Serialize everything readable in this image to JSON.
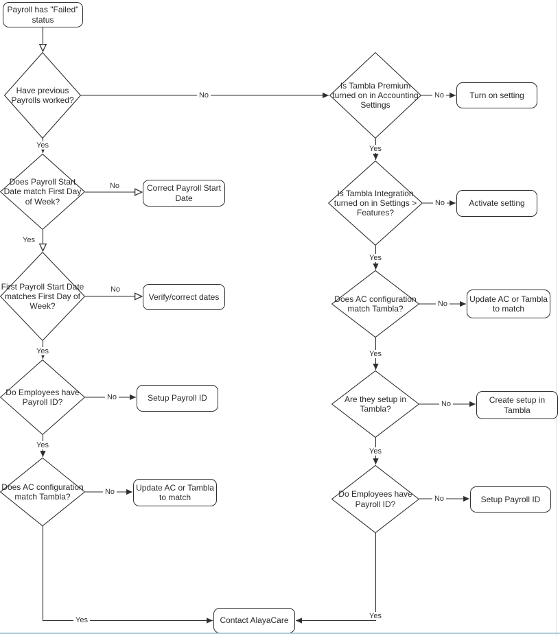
{
  "page": {
    "background_color": "#ffffff",
    "stroke_color": "#2e2e2e",
    "bottom_border_color": "#b0cdda",
    "right_edge_line_color": "#e2e2e2"
  },
  "nodes": {
    "start": {
      "label": "Payroll has \"Failed\" status",
      "type": "terminator"
    },
    "d1": {
      "label": "Have previous Payrolls worked?",
      "type": "decision"
    },
    "d2": {
      "label": "Does Payroll Start Date match First Day of Week?",
      "type": "decision"
    },
    "b1": {
      "label": "Correct Payroll Start Date",
      "type": "process"
    },
    "d3": {
      "label": "First Payroll Start Date matches First Day of Week?",
      "type": "decision"
    },
    "b2": {
      "label": "Verify/correct dates",
      "type": "process"
    },
    "d4": {
      "label": "Do Employees have Payroll ID?",
      "type": "decision"
    },
    "b3": {
      "label": "Setup Payroll ID",
      "type": "process"
    },
    "d5": {
      "label": "Does AC configuration match Tambla?",
      "type": "decision"
    },
    "b4": {
      "label": "Update AC or Tambla to match",
      "type": "process"
    },
    "contact": {
      "label": "Contact AlayaCare",
      "type": "process"
    },
    "r1": {
      "label": "Is Tambla Premium turned on in Accounting Settings",
      "type": "decision"
    },
    "rb1": {
      "label": "Turn on setting",
      "type": "process"
    },
    "r2": {
      "label": "Is Tambla Integration turned on in Settings > Features?",
      "type": "decision"
    },
    "rb2": {
      "label": "Activate setting",
      "type": "process"
    },
    "r3": {
      "label": "Does AC configuration match Tambla?",
      "type": "decision"
    },
    "rb3": {
      "label": "Update AC or Tambla to match",
      "type": "process"
    },
    "r4": {
      "label": "Are they setup in Tambla?",
      "type": "decision"
    },
    "rb4": {
      "label": "Create setup in Tambla",
      "type": "process"
    },
    "r5": {
      "label": "Do Employees have Payroll ID?",
      "type": "decision"
    },
    "rb5": {
      "label": "Setup Payroll ID",
      "type": "process"
    }
  },
  "edges": {
    "d1_r1": {
      "label": "No"
    },
    "d1_d2": {
      "label": "Yes"
    },
    "d2_b1": {
      "label": "No"
    },
    "d2_d3": {
      "label": "Yes"
    },
    "d3_b2": {
      "label": "No"
    },
    "d3_d4": {
      "label": "Yes"
    },
    "d4_b3": {
      "label": "No"
    },
    "d4_d5": {
      "label": "Yes"
    },
    "d5_b4": {
      "label": "No"
    },
    "d5_contact": {
      "label": "Yes"
    },
    "r1_rb1": {
      "label": "No"
    },
    "r1_r2": {
      "label": "Yes"
    },
    "r2_rb2": {
      "label": "No"
    },
    "r2_r3": {
      "label": "Yes"
    },
    "r3_rb3": {
      "label": "No"
    },
    "r3_r4": {
      "label": "Yes"
    },
    "r4_rb4": {
      "label": "No"
    },
    "r4_r5": {
      "label": "Yes"
    },
    "r5_rb5": {
      "label": "No"
    },
    "r5_contact": {
      "label": "Yes"
    }
  }
}
